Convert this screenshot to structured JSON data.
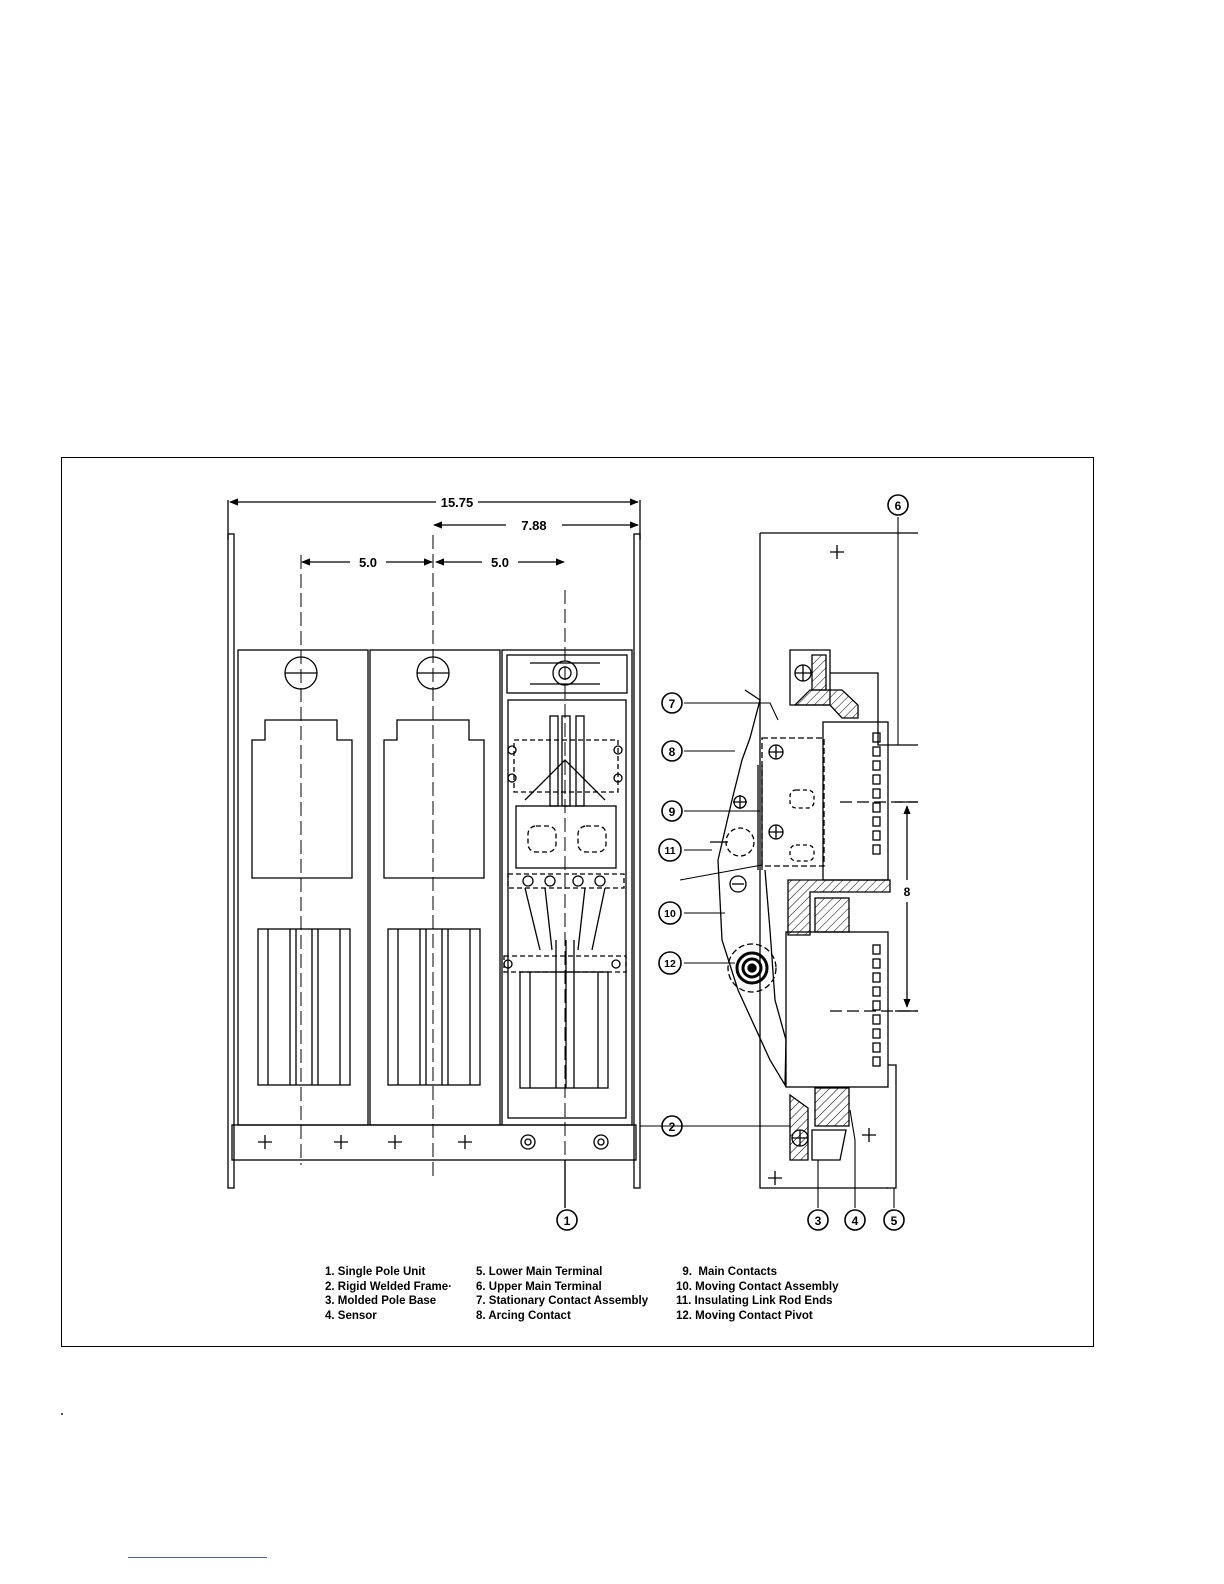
{
  "dimensions": {
    "overall_width": "15.75",
    "half_width": "7.88",
    "pole_spacing_left": "5.0",
    "pole_spacing_right": "5.0",
    "vertical_span": "8"
  },
  "callouts": [
    "1",
    "2",
    "3",
    "4",
    "5",
    "6",
    "7",
    "8",
    "9",
    "10",
    "11",
    "12"
  ],
  "legend": {
    "col1": [
      "1.  Single Pole Unit",
      "2.  Rigid Welded Frame·",
      "3.  Molded Pole Base",
      "4.  Sensor"
    ],
    "col2": [
      "5.  Lower Main Terminal",
      "6.  Upper Main Terminal",
      "7.  Stationary Contact Assembly",
      "8.  Arcing Contact"
    ],
    "col3": [
      "  9.  Main Contacts",
      "10.  Moving Contact Assembly",
      "11.  Insulating Link Rod Ends",
      "12.  Moving Contact Pivot"
    ]
  },
  "colors": {
    "ink": "#000000",
    "footer_rule": "#4a5ec7"
  }
}
